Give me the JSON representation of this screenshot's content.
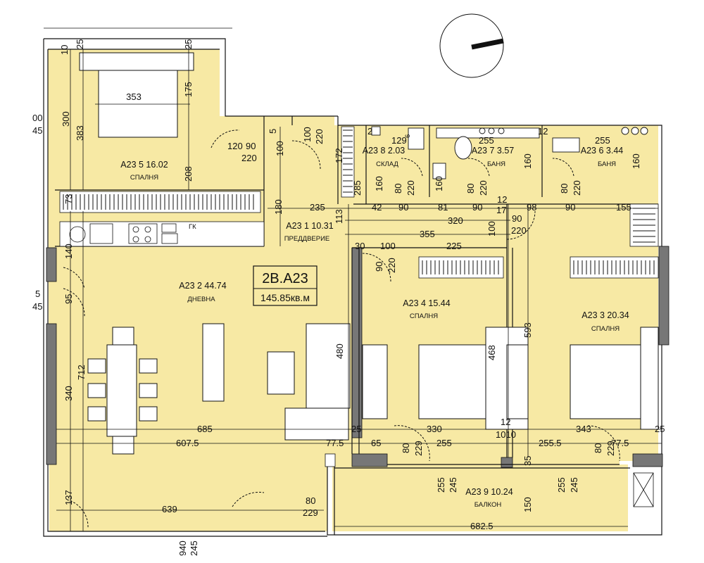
{
  "unit": {
    "code": "2B.A23",
    "area": "145.85кв.м"
  },
  "rooms": [
    {
      "id": "A23 5 16.02",
      "name": "СПАЛНЯ"
    },
    {
      "id": "A23 8 2.03",
      "name": "СКЛАД"
    },
    {
      "id": "A23 7 3.57",
      "name": "БАНЯ"
    },
    {
      "id": "A23 6 3.44",
      "name": "БАНЯ"
    },
    {
      "id": "A23 1 10.31",
      "name": "ПРЕДДВЕРИЕ"
    },
    {
      "id": "A23 2 44.74",
      "name": "ДНЕВНА"
    },
    {
      "id": "A23 4 15.44",
      "name": "СПАЛНЯ"
    },
    {
      "id": "A23 3 20.34",
      "name": "СПАЛНЯ"
    },
    {
      "id": "A23 9 10.24",
      "name": "БАЛКОН"
    }
  ],
  "appliance_label": "ГК",
  "dims": {
    "d10": "10",
    "d25a": "25",
    "d25b": "25",
    "d353": "353",
    "d175": "175",
    "d300": "300",
    "d383": "383",
    "d208": "208",
    "d120": "120",
    "d90a": "90",
    "d220a": "220",
    "d100a": "100",
    "d5": "5",
    "d100b": "100",
    "d220b": "220",
    "d172": "172",
    "d285": "285",
    "d129": "129",
    "d2": "2",
    "d12a": "12",
    "d255a": "255",
    "d255b": "255",
    "d160a": "160",
    "d80a": "80",
    "d220c": "220",
    "d160b": "160",
    "d80b": "80",
    "d220d": "220",
    "d160c": "160",
    "d80c": "80",
    "d220e": "220",
    "d160d": "160",
    "d6": "6",
    "d73": "73",
    "d235": "235",
    "d180": "180",
    "d113": "113",
    "d42": "42",
    "d90b": "90",
    "d81": "81",
    "d90c": "90",
    "d17": "17",
    "d98": "98",
    "d90d": "90",
    "d155": "155",
    "d12b": "12",
    "d320": "320",
    "d100c": "100",
    "d90e": "90",
    "d220f": "220",
    "d355": "355",
    "d30": "30",
    "d100d": "100",
    "d225": "225",
    "d90f": "90",
    "d220g": "220",
    "d140": "140",
    "d95": "95",
    "d712": "712",
    "d340": "340",
    "d137": "137",
    "d480": "480",
    "d468": "468",
    "d593": "593",
    "d685": "685",
    "d25c": "25",
    "d330": "330",
    "d343": "343",
    "d25d": "25",
    "d12c": "12",
    "d6075": "607.5",
    "d775a": "77.5",
    "d65": "65",
    "d255c": "255",
    "d1010": "1010",
    "d2555": "255.5",
    "d775b": "77.5",
    "d80d": "80",
    "d229a": "229",
    "d80e": "80",
    "d229b": "229",
    "d35": "35",
    "d255d": "255",
    "d245a": "245",
    "d255e": "255",
    "d245b": "245",
    "d150": "150",
    "d639": "639",
    "d80f": "80",
    "d229c": "229",
    "d6825": "682.5",
    "d940": "940",
    "d245c": "245",
    "d00": "00",
    "d45a": "45",
    "d5b": "5",
    "d45b": "45"
  },
  "colors": {
    "floor": "#f7e9a4",
    "wall": "#6f6f6f",
    "line": "#111111"
  }
}
